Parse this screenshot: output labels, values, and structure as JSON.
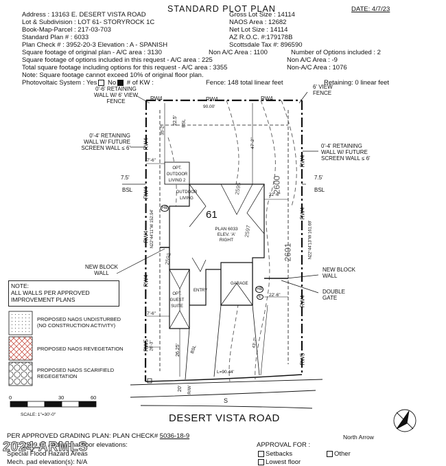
{
  "header": {
    "title": "STANDARD PLOT PLAN",
    "date": "DATE: 4/7/23",
    "rows": [
      {
        "text": "Address : 13163 E. DESERT VISTA ROAD",
        "right": "Gross Lot Size : 14114"
      },
      {
        "text": "Lot & Subdivision : LOT 61- STORYROCK 1C",
        "right": "NAOS Area : 12682"
      },
      {
        "text": "Book-Map-Parcel : 217-03-703",
        "right": "Net Lot Size : 14114"
      },
      {
        "text": "Standard Plan # : 6033",
        "right": "AZ R.O.C. #:179178B"
      },
      {
        "text": "Plan Check # : 3952-20-3   Elevation : A - SPANISH",
        "right": "Scottsdale Tax #: 896590"
      },
      {
        "text": "Square footage of original plan  - A/C area : 3130",
        "mid": "Non A/C Area : 1100",
        "right": "Number of Options included : 2"
      },
      {
        "text": "Square footage of options included in this request  - A/C area : 225",
        "right": "Non A/C Area : -9"
      },
      {
        "text": "Total square footage including options for this request - A/C area : 3355",
        "right": "Non-A/C Area : 1076"
      },
      {
        "text": "Note: Square footage cannot exceed 10% of original floor plan."
      }
    ],
    "pv_label": "Photovoltaic System :",
    "pv_yes": "Yes",
    "pv_no": "No",
    "pv_kw": "# of KW :",
    "fence": "Fence: 148",
    "fence_unit": "total linear feet",
    "retaining": "Retaining: 0",
    "retaining_unit": "linear feet"
  },
  "callouts": {
    "retaining_6view": "0'-6' RETAINING\nWALL W/ 6' VIEW\nFENCE",
    "view_fence": "6' VIEW\nFENCE",
    "retaining_left": "0'-4' RETAINING\nWALL W/ FUTURE\nSCREEN WALL ≤ 6'",
    "retaining_right": "0'-4' RETAINING\nWALL W/ FUTURE\nSCREEN WALL ≤ 6'",
    "new_block_left": "NEW BLOCK\nWALL",
    "new_block_right": "NEW BLOCK\nWALL",
    "double_gate": "DOUBLE\nGATE",
    "bsl_left_val": "7.5'",
    "bsl_left": "BSL",
    "bsl_right_val": "7.5'",
    "bsl_right": "BSL"
  },
  "plan": {
    "lot_number": "61",
    "plan_label": "PLAN 6033\nELEV. 'A'\nRIGHT",
    "opt_outdoor": "OPT.\nOUTDOOR\nLIVING 2",
    "outdoor": "OUTDOOR\nLIVING",
    "opt_guest": "OPT.\nGUEST\nSUITE",
    "entry": "ENTRY",
    "garage": "GARAGE",
    "dim_top": "90.00'",
    "dim_22_5": "22.5'",
    "dim_35_2": "35'-2\"",
    "dim_47_2": "47'-2\"",
    "dim_22_6a": "22'-6\"",
    "dim_22_6b": "22'-6\"",
    "dim_7_6a": "7'-6\"",
    "dim_7_6b": "7'-6\"",
    "dim_26_3": "26'-3\"",
    "dim_26_25": "26.25'",
    "dim_43_7": "43'-7\"",
    "bearing_left": "N22°44'11\"W 152.94'",
    "bearing_right": "N22°44'13\"W 161.69'",
    "arc": "L=90.44'",
    "contour_2600": "2600",
    "contour_2601": "2601",
    "contour_2595": "2595",
    "contour_2591": "2591",
    "contour_2597": "2597",
    "bsl": "BSL",
    "bsl2": "BSL",
    "rw": "RW4",
    "rw5": "RW5",
    "row_dim": "20'",
    "row": "R/W",
    "s_mark": "S",
    "hb": "HB",
    "e_mark": "E"
  },
  "legend": {
    "note": "NOTE:\nALL WALLS PER APPROVED\nIMPROVEMENT PLANS",
    "items": [
      {
        "label": "PROPOSED NAOS UNDISTURBED\n(NO CONSTRUCTION ACTIVITY)"
      },
      {
        "label": "PROPOSED NAOS REVEGETATION"
      },
      {
        "label": "PROPOSED NAOS SCARIFIELD\nREGEGETATION"
      }
    ],
    "scale_ticks": [
      "0",
      "30",
      "60"
    ],
    "scale": "SCALE: 1\"=30'-0\""
  },
  "road_name": "DESERT VISTA ROAD",
  "north_arrow": "North Arrow",
  "footer": {
    "grading": "PER APPROVED GRADING PLAN: PLAN CHECK#",
    "grading_val": "5036-18-9",
    "floor": "FFE:",
    "floor_val": "2599.67",
    "additional": "/ Additional floor elevations:",
    "flood": "Special Flood Hazard Areas",
    "mech": "Mech. pad elevation(s):",
    "mech_val": "N/A",
    "approval": "APPROVAL FOR :",
    "setbacks": "Setbacks",
    "other": "Other",
    "lowest_floor": "Lowest floor"
  },
  "watermark": "2024 ARMLS",
  "colors": {
    "ink": "#111111",
    "revegetation": "#c0392b",
    "contour": "#555555"
  }
}
